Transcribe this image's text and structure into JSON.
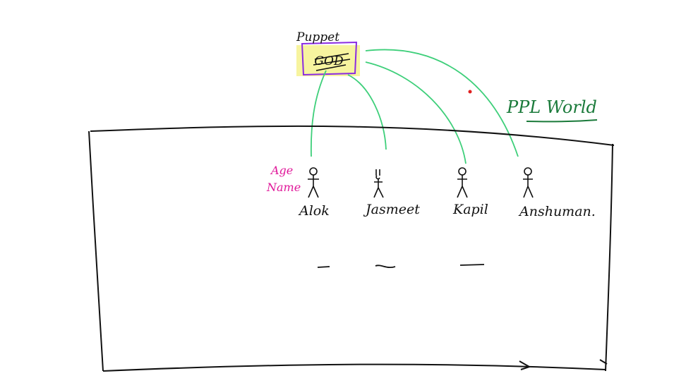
{
  "controller": {
    "label": "Puppet",
    "box_scribble": "GOD",
    "highlight_color": "#f7f39a",
    "border_color": "#8a2be2"
  },
  "world": {
    "label": "PPL World",
    "label_color": "#1a7a3a"
  },
  "people": [
    {
      "name": "Alok"
    },
    {
      "name": "Jasmeet"
    },
    {
      "name": "Kapil"
    },
    {
      "name": "Anshuman."
    }
  ],
  "annotation": {
    "lines": [
      "Age",
      "Name"
    ],
    "color": "#e0189a"
  },
  "colors": {
    "ink": "#111111",
    "string": "#3ecf7a",
    "dot": "#e02020"
  }
}
